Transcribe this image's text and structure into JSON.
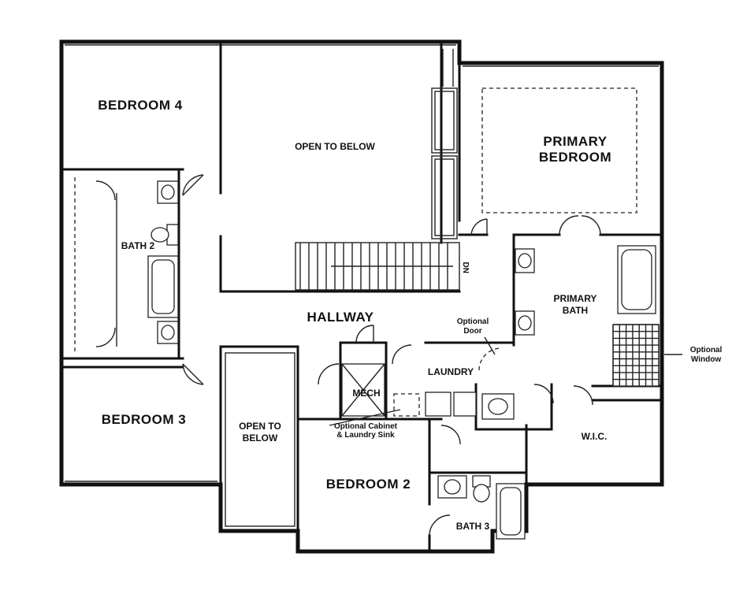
{
  "rooms": {
    "bedroom4": "BEDROOM 4",
    "open_to_below_top": "OPEN TO BELOW",
    "primary_bedroom_line1": "PRIMARY",
    "primary_bedroom_line2": "BEDROOM",
    "bath2": "BATH 2",
    "primary_bath_line1": "PRIMARY",
    "primary_bath_line2": "BATH",
    "hallway": "HALLWAY",
    "laundry": "LAUNDRY",
    "mech": "MECH",
    "bedroom3": "BEDROOM 3",
    "open_to_below_left_line1": "OPEN TO",
    "open_to_below_left_line2": "BELOW",
    "bedroom2": "BEDROOM 2",
    "bath3": "BATH 3",
    "wic": "W.I.C."
  },
  "notes": {
    "optional_door_line1": "Optional",
    "optional_door_line2": "Door",
    "optional_window_line1": "Optional",
    "optional_window_line2": "Window",
    "optional_cabinet_line1": "Optional Cabinet",
    "optional_cabinet_line2": "& Laundry Sink",
    "stair_dn": "DN"
  }
}
